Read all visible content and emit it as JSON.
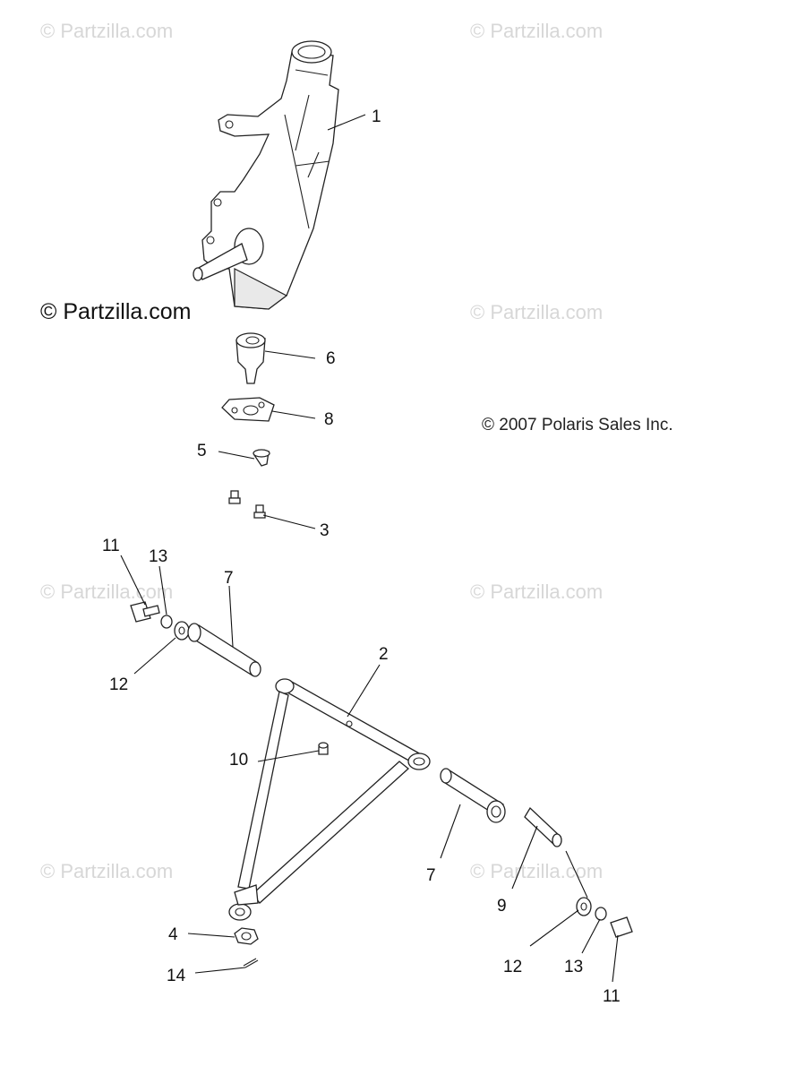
{
  "watermark": "© Partzilla.com",
  "copyright": "© 2007 Polaris Sales Inc.",
  "callouts": {
    "c1": "1",
    "c2": "2",
    "c3": "3",
    "c4": "4",
    "c5": "5",
    "c6": "6",
    "c7a": "7",
    "c7b": "7",
    "c8": "8",
    "c9": "9",
    "c10": "10",
    "c11a": "11",
    "c11b": "11",
    "c12a": "12",
    "c12b": "12",
    "c13a": "13",
    "c13b": "13",
    "c14": "14"
  },
  "colors": {
    "watermark": "#d7d7d7",
    "line": "#222222"
  }
}
